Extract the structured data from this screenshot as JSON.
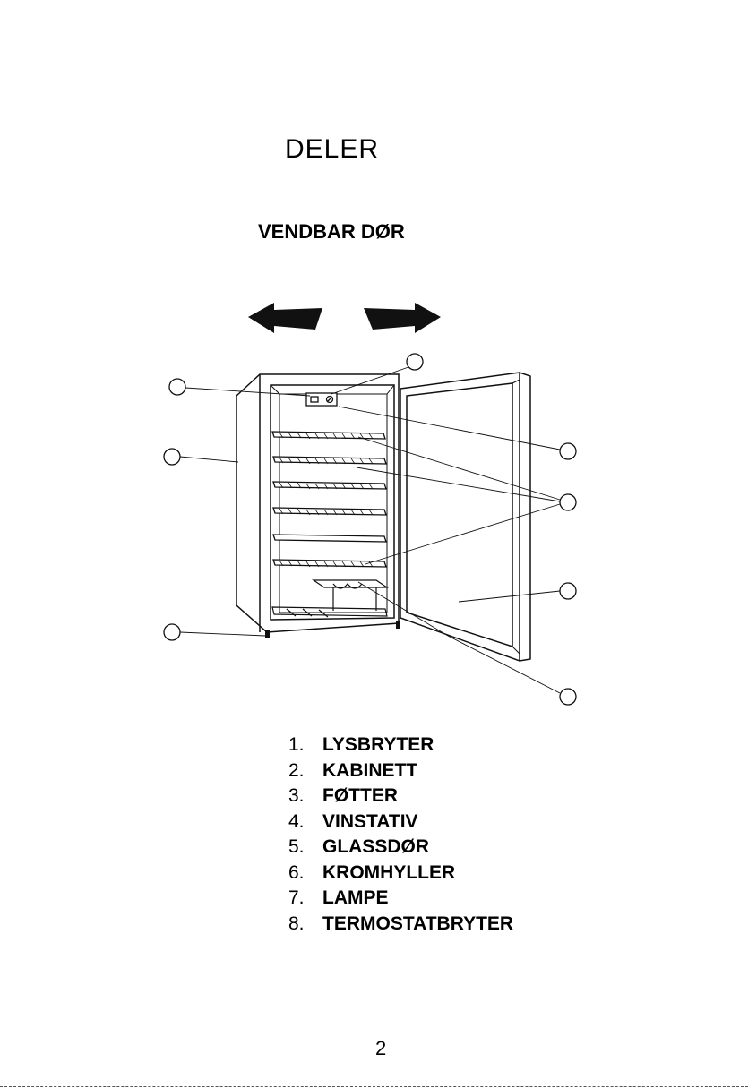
{
  "header": {
    "title": "DELER",
    "subtitle": "VENDBAR DØR"
  },
  "parts": [
    {
      "number": "1.",
      "label": "LYSBRYTER"
    },
    {
      "number": "2.",
      "label": "KABINETT"
    },
    {
      "number": "3.",
      "label": "FØTTER"
    },
    {
      "number": "4.",
      "label": "VINSTATIV"
    },
    {
      "number": "5.",
      "label": "GLASSDØR"
    },
    {
      "number": "6.",
      "label": "KROMHYLLER"
    },
    {
      "number": "7.",
      "label": "LAMPE"
    },
    {
      "number": "8.",
      "label": "TERMOSTATBRYTER"
    }
  ],
  "footer": {
    "page_number": "2"
  }
}
